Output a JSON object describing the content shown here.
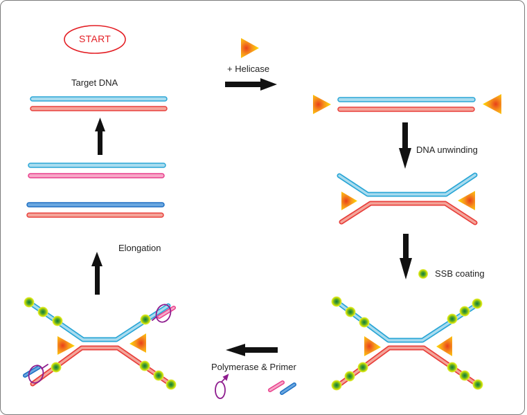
{
  "title": "Helicase-dependent amplification cycle",
  "colors": {
    "strand_top": "#2aa6d6",
    "strand_top_fill": "#a9dcef",
    "strand_bottom": "#e8403c",
    "strand_bottom_fill": "#f4a59a",
    "new_strand_pink": "#e83e8c",
    "new_strand_blue": "#1e6fc2",
    "arrow": "#111111",
    "start": "#e31e24",
    "ssb_outer": "#d4e600",
    "ssb_inner": "#1a8a3a",
    "helicase_outer": "#ffd000",
    "helicase_inner": "#f0501a",
    "polymerase": "#8e1c8e"
  },
  "labels": {
    "start": "START",
    "target_dna": "Target DNA",
    "helicase": "+ Helicase",
    "unwinding": "DNA unwinding",
    "ssb": "SSB coating",
    "polymerase_primer": "Polymerase & Primer",
    "elongation": "Elongation"
  },
  "steps": [
    {
      "id": "target",
      "label": "Target DNA"
    },
    {
      "id": "helicase-binding",
      "label": "+ Helicase"
    },
    {
      "id": "unwinding",
      "label": "DNA unwinding"
    },
    {
      "id": "ssb-coating",
      "label": "SSB coating"
    },
    {
      "id": "primer-polymerase",
      "label": "Polymerase & Primer"
    },
    {
      "id": "elongation",
      "label": "Elongation"
    }
  ],
  "legend_icons": [
    "helicase-icon",
    "ssb-icon",
    "polymerase-icon",
    "primer-icon"
  ]
}
